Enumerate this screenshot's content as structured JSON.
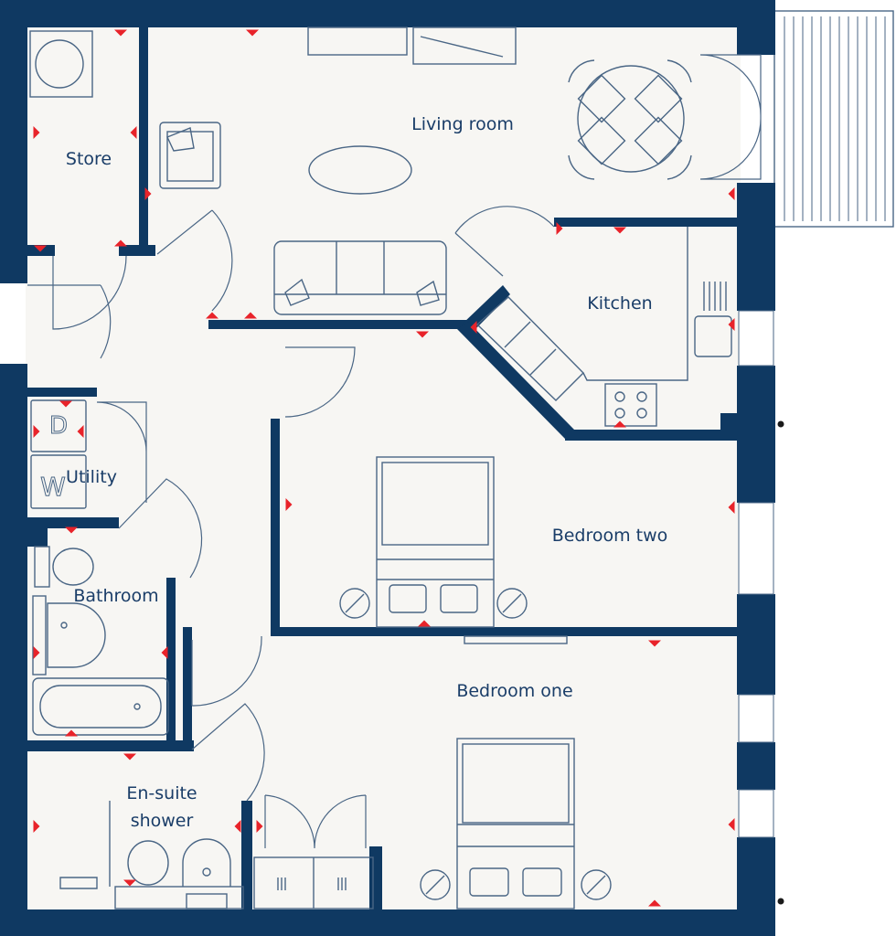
{
  "colors": {
    "wall": "#0f3962",
    "floor": "#f7f6f3",
    "label": "#1a3d68",
    "furniture": "#4a6685",
    "marker": "#e8232a",
    "balcony": "#ffffff"
  },
  "rooms": {
    "living_room": "Living room",
    "store": "Store",
    "kitchen": "Kitchen",
    "utility": "Utility",
    "bathroom": "Bathroom",
    "bedroom_two": "Bedroom two",
    "bedroom_one": "Bedroom one",
    "ensuite_line1": "En-suite",
    "ensuite_line2": "shower"
  },
  "fixtures": {
    "washer_label": "W",
    "dryer_label": "D"
  },
  "icons": [
    "dining-table-icon",
    "sofa-icon",
    "armchair-icon",
    "coffee-table-icon",
    "tv-unit-icon",
    "bed-icon",
    "lamp-icon",
    "toilet-icon",
    "basin-icon",
    "bath-icon",
    "hob-icon",
    "sink-icon",
    "washing-machine-icon",
    "dryer-icon",
    "wardrobe-icon",
    "balcony-icon",
    "measure-point-icon"
  ]
}
